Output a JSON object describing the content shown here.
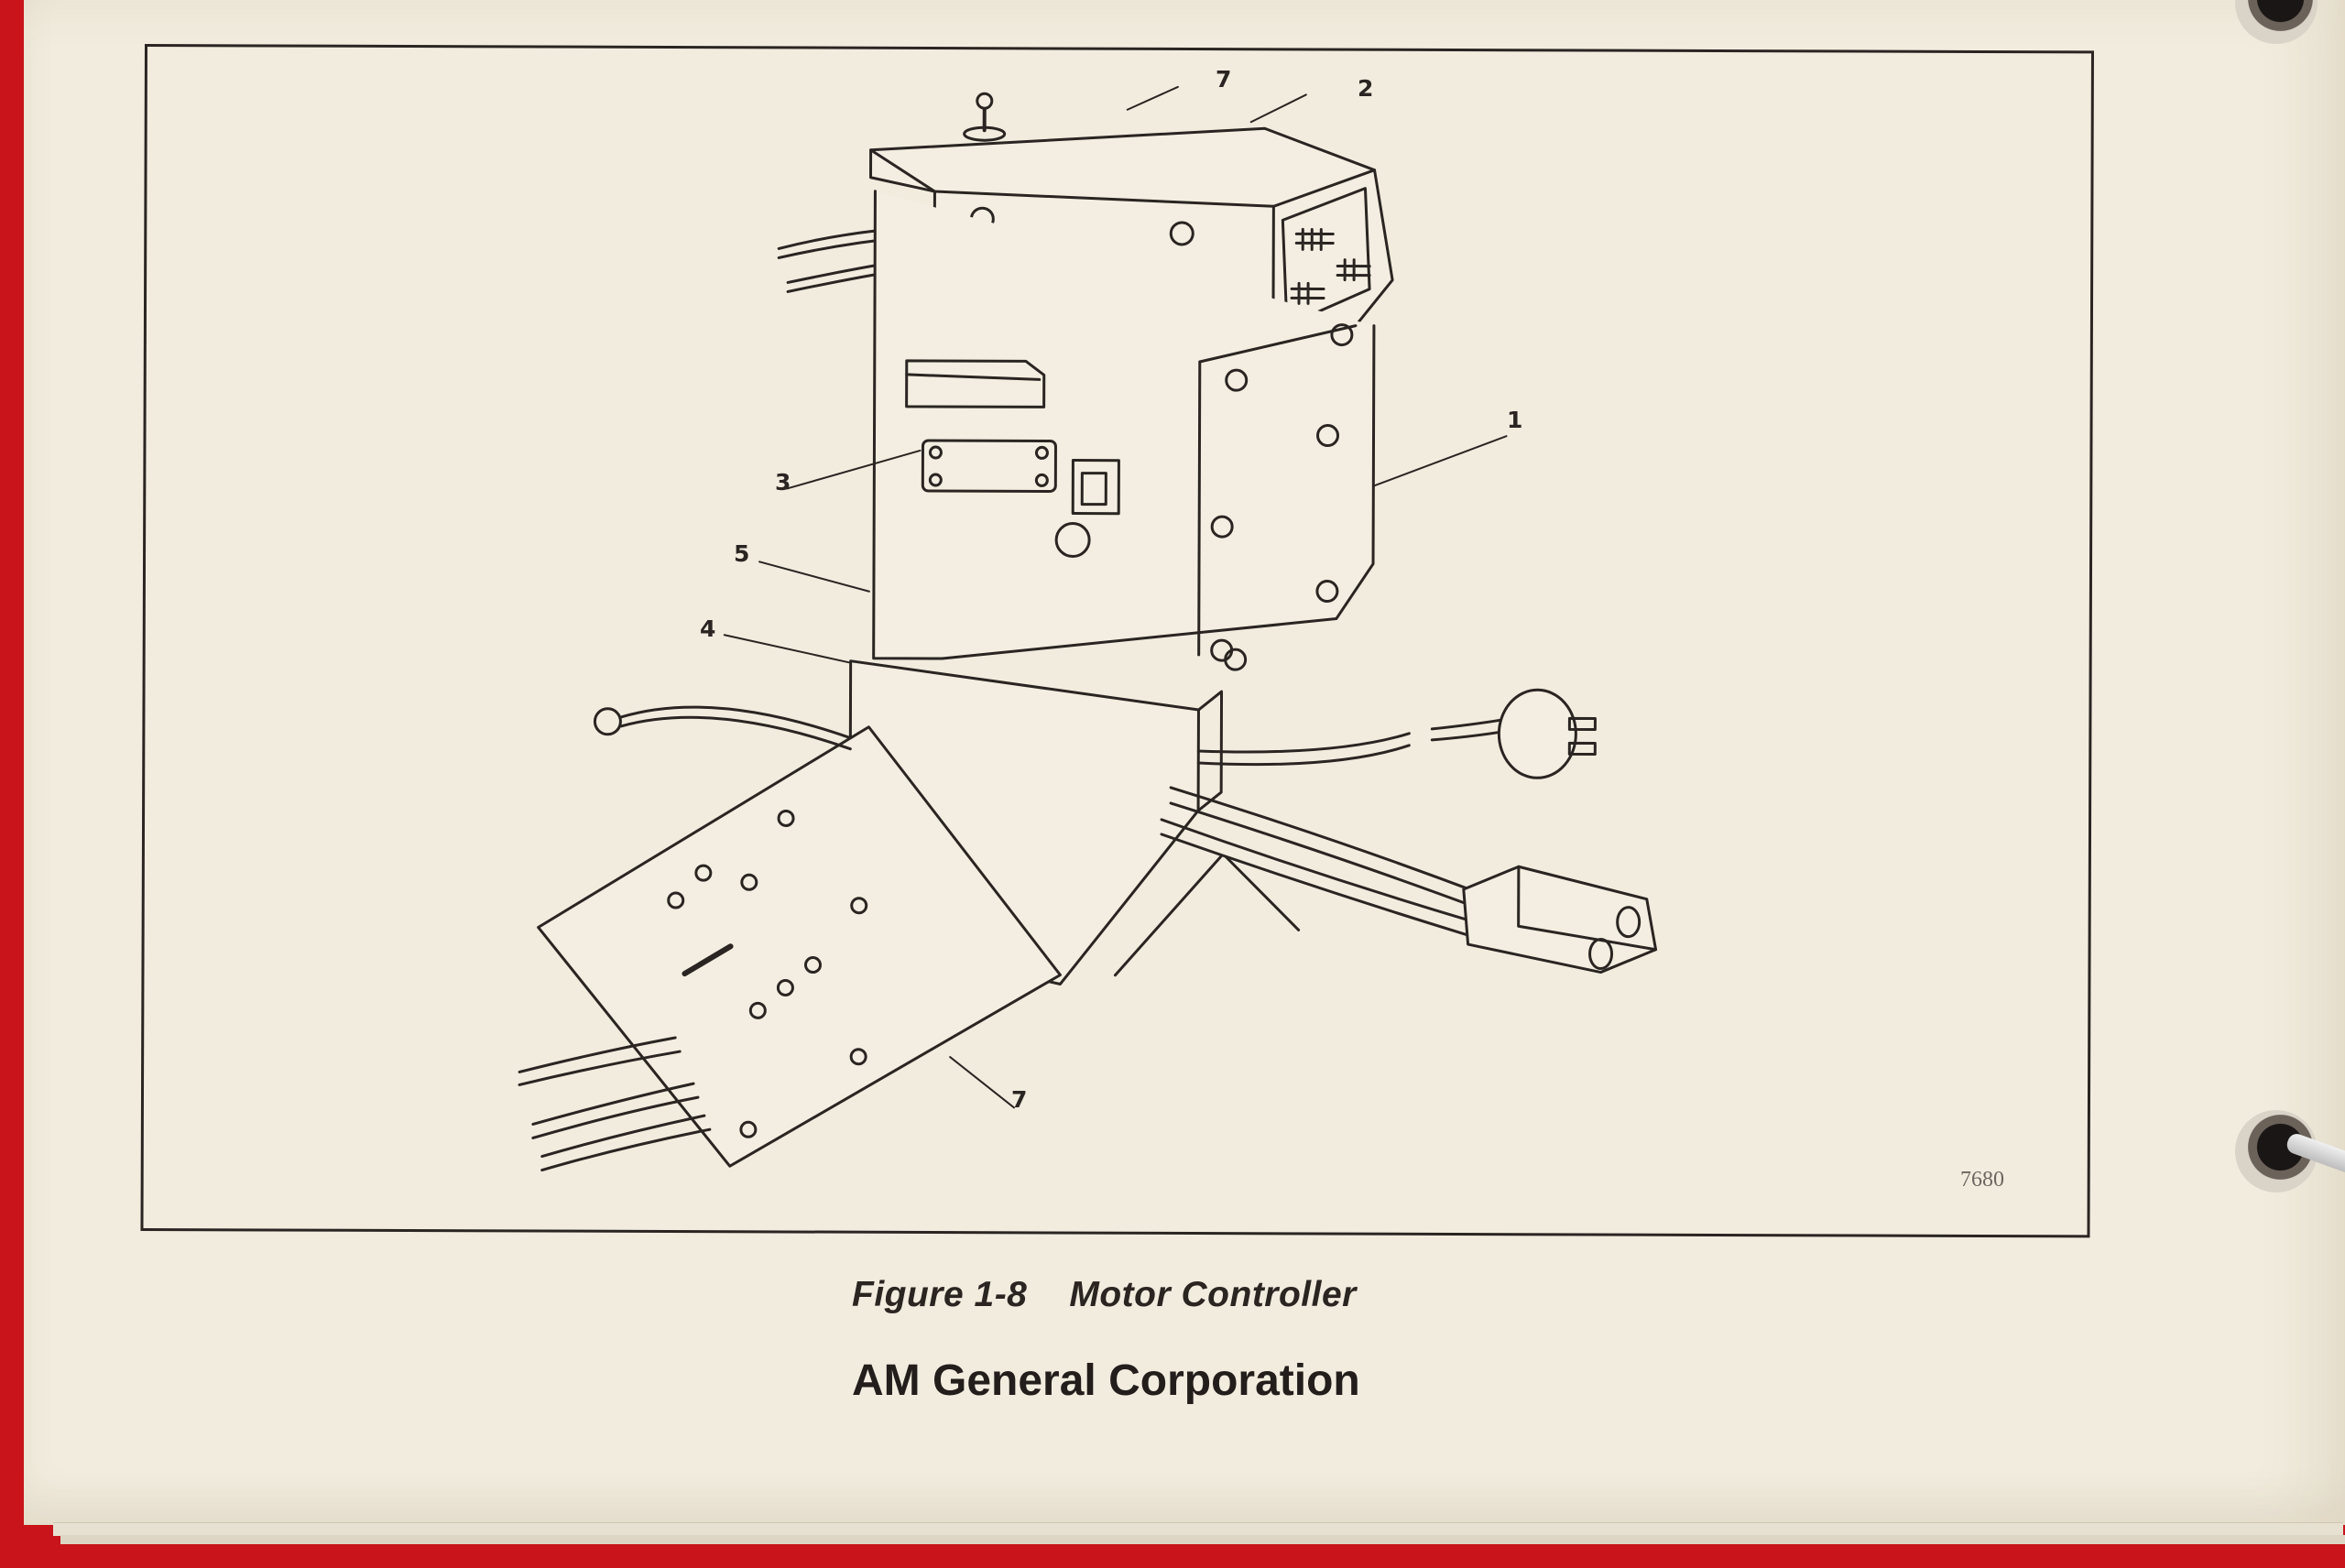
{
  "figure": {
    "caption_number": "Figure 1-8",
    "caption_title": "Motor Controller",
    "publisher": "AM General Corporation",
    "plate_number": "7680",
    "callouts": [
      "7",
      "2",
      "1",
      "3",
      "5",
      "4",
      "7"
    ]
  },
  "colors": {
    "binder_red": "#c8141a",
    "paper": "#f1ecde",
    "ink": "#2a2522"
  }
}
